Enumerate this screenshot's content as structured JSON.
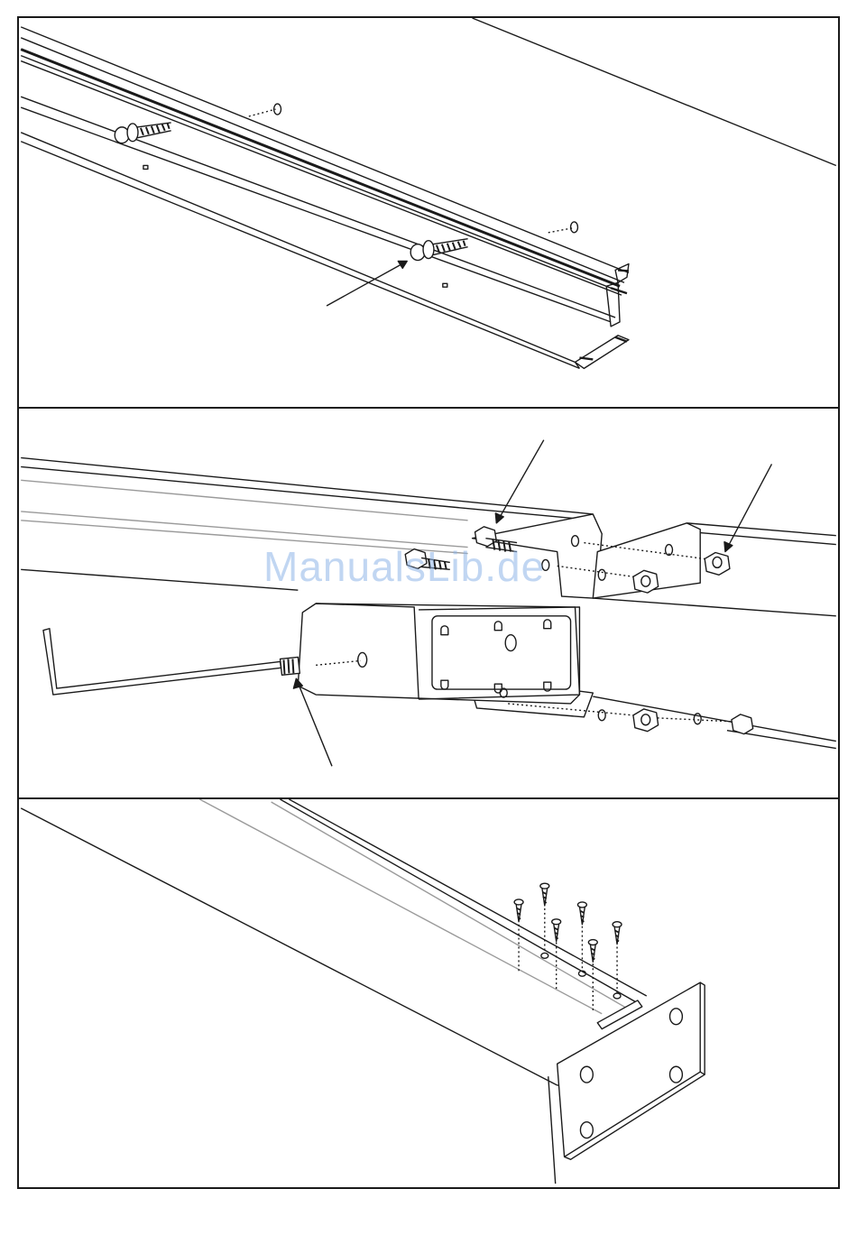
{
  "watermark": {
    "text": "ManualsLib.de",
    "color": "#8fb6e8"
  },
  "line_color": "#1a1a1a",
  "panels": [
    {
      "name": "step-rail-bolts"
    },
    {
      "name": "step-bracket-assembly"
    },
    {
      "name": "step-endplate-screws"
    }
  ]
}
